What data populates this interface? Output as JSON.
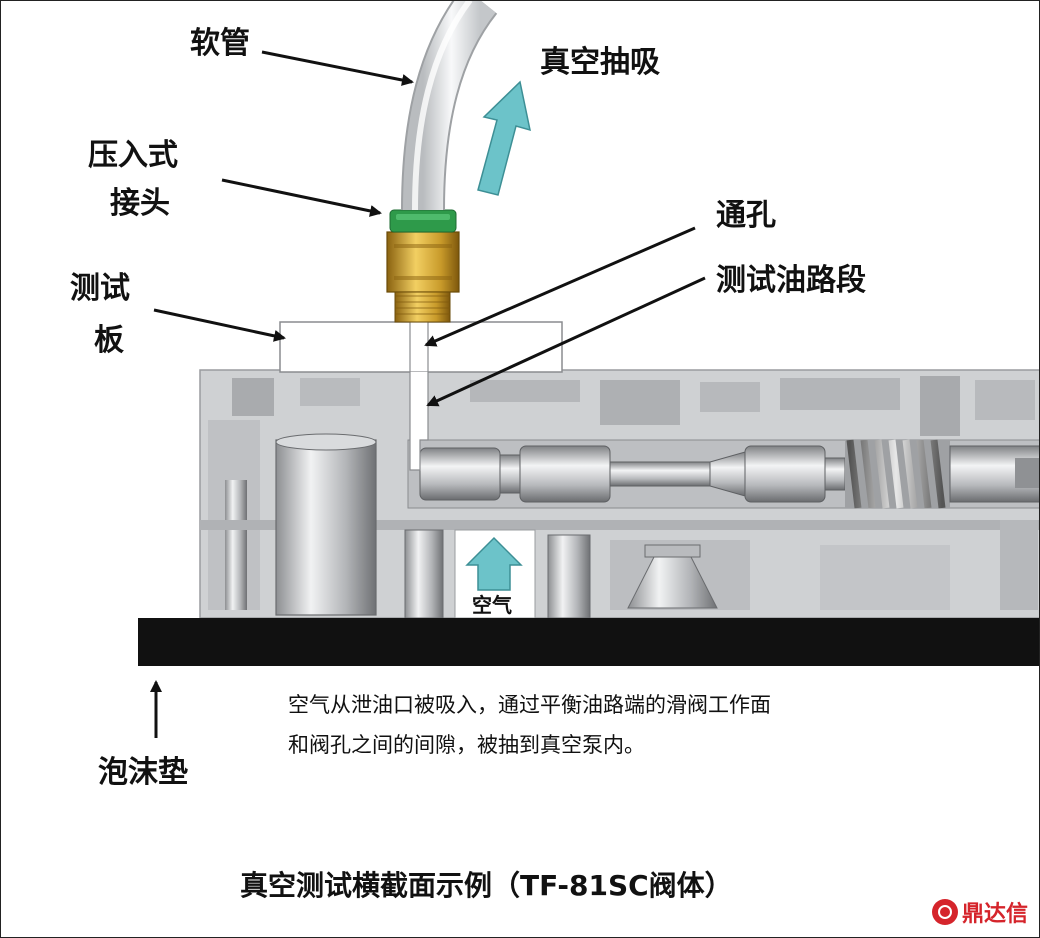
{
  "labels": {
    "hose": "软管",
    "vacuum_suction": "真空抽吸",
    "push_fitting_line1": "压入式",
    "push_fitting_line2": "接头",
    "through_hole": "通孔",
    "test_plate_line1": "测试",
    "test_plate_line2": "板",
    "test_oil_passage": "测试油路段",
    "air": "空气",
    "foam_pad": "泡沫垫"
  },
  "description": {
    "line1": "空气从泄油口被吸入，通过平衡油路端的滑阀工作面",
    "line2": "和阀孔之间的间隙，被抽到真空泵内。"
  },
  "caption": "真空测试横截面示例（TF-81SC阀体）",
  "logo_text": "鼎达信",
  "colors": {
    "arrow_fill": "#6cc3c9",
    "brass": "#c89a2a",
    "green_ring": "#2e9a4a",
    "foam_pad": "#111111",
    "logo": "#d5242b"
  }
}
